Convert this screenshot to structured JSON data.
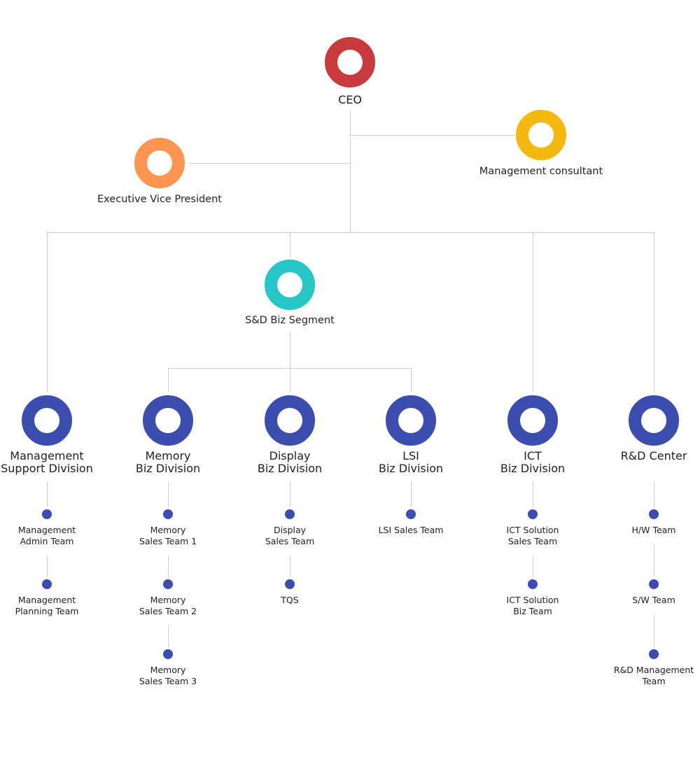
{
  "colors": {
    "ceo": "#c93a3d",
    "vice_president": "#ff9550",
    "consultant": "#f3b90e",
    "segment": "#27c6c6",
    "division": "#3c4db0",
    "line": "#c9cdd9"
  },
  "icons": {
    "ring_node": "ring-icon",
    "team_node": "dot-icon"
  },
  "nodes": {
    "ceo": {
      "lines": [
        "CEO"
      ]
    },
    "vice_president": {
      "lines": [
        "Executive Vice President"
      ]
    },
    "consultant": {
      "lines": [
        "Management consultant"
      ]
    },
    "segment": {
      "lines": [
        "S&D Biz Segment"
      ]
    },
    "management_support": {
      "lines": [
        "Management",
        "Support Division"
      ]
    },
    "memory": {
      "lines": [
        "Memory",
        "Biz Division"
      ]
    },
    "display": {
      "lines": [
        "Display",
        "Biz Division"
      ]
    },
    "lsi": {
      "lines": [
        "LSI",
        "Biz Division"
      ]
    },
    "ict": {
      "lines": [
        "ICT",
        "Biz Division"
      ]
    },
    "rnd": {
      "lines": [
        "R&D Center"
      ]
    }
  },
  "teams": {
    "management_support": [
      [
        "Management",
        "Admin Team"
      ],
      [
        "Management",
        "Planning Team"
      ]
    ],
    "memory": [
      [
        "Memory",
        "Sales Team 1"
      ],
      [
        "Memory",
        "Sales Team 2"
      ],
      [
        "Memory",
        "Sales Team 3"
      ]
    ],
    "display": [
      [
        "Display",
        "Sales Team"
      ],
      [
        "TQS"
      ]
    ],
    "lsi": [
      [
        "LSI Sales Team"
      ]
    ],
    "ict": [
      [
        "ICT Solution",
        "Sales Team"
      ],
      [
        "ICT Solution",
        "Biz Team"
      ]
    ],
    "rnd": [
      [
        "H/W Team"
      ],
      [
        "S/W Team"
      ],
      [
        "R&D Management",
        "Team"
      ]
    ]
  }
}
